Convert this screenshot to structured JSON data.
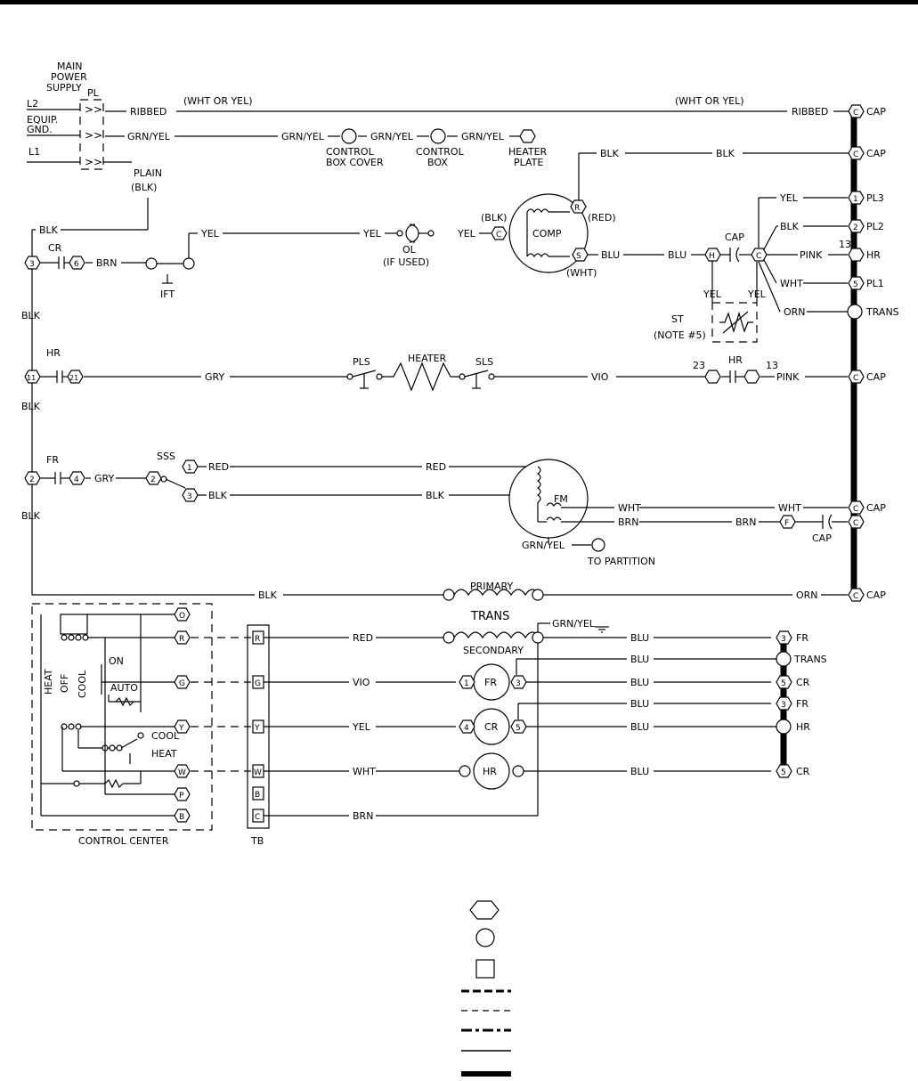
{
  "supply": {
    "title_line1": "MAIN",
    "title_line2": "POWER",
    "title_line3": "SUPPLY",
    "l2": "L2",
    "l1": "L1",
    "equip1": "EQUIP.",
    "equip2": "GND.",
    "pl": "PL",
    "plain": "PLAIN",
    "plain_blk": "(BLK)"
  },
  "wires": {
    "ribbed": "RIBBED",
    "wht_or_yel": "(WHT OR YEL)",
    "grn_yel": "GRN/YEL",
    "blk": "BLK",
    "yel": "YEL",
    "brn": "BRN",
    "blu": "BLU",
    "pink": "PINK",
    "wht": "WHT",
    "orn": "ORN",
    "gry": "GRY",
    "vio": "VIO",
    "red": "RED"
  },
  "components": {
    "control_box_cover_1": "CONTROL",
    "control_box_cover_2": "BOX COVER",
    "control_box_1": "CONTROL",
    "control_box_2": "BOX",
    "heater_plate_1": "HEATER",
    "heater_plate_2": "PLATE",
    "cr": "CR",
    "ift": "IFT",
    "ol": "OL",
    "ol_note": "(IF USED)",
    "comp": "COMP",
    "blk_paren": "(BLK)",
    "red_paren": "(RED)",
    "wht_paren": "(WHT)",
    "cap": "CAP",
    "st": "ST",
    "st_note": "(NOTE #5)",
    "hr": "HR",
    "pls": "PLS",
    "heater": "HEATER",
    "sls": "SLS",
    "fr": "FR",
    "sss": "SSS",
    "fm": "FM",
    "to_partition": "TO PARTITION",
    "primary": "PRIMARY",
    "trans": "TRANS",
    "secondary": "SECONDARY",
    "control_center": "CONTROL CENTER",
    "tb": "TB",
    "on": "ON",
    "auto": "AUTO",
    "heat": "HEAT",
    "off": "OFF",
    "cool": "COOL"
  },
  "bus_labels": {
    "cap": "CAP",
    "pl3": "PL3",
    "pl2": "PL2",
    "hr": "HR",
    "pl1": "PL1",
    "trans": "TRANS",
    "fr": "FR",
    "cr": "CR"
  },
  "terminals": {
    "c": "C",
    "r": "R",
    "s": "S",
    "h": "H",
    "f": "F",
    "o": "O",
    "g": "G",
    "y": "Y",
    "w": "W",
    "p": "P",
    "b": "B",
    "n1": "1",
    "n2": "2",
    "n3": "3",
    "n4": "4",
    "n5": "5",
    "n6": "6",
    "n11": "11",
    "n13": "13",
    "n21": "21",
    "n23": "23"
  }
}
